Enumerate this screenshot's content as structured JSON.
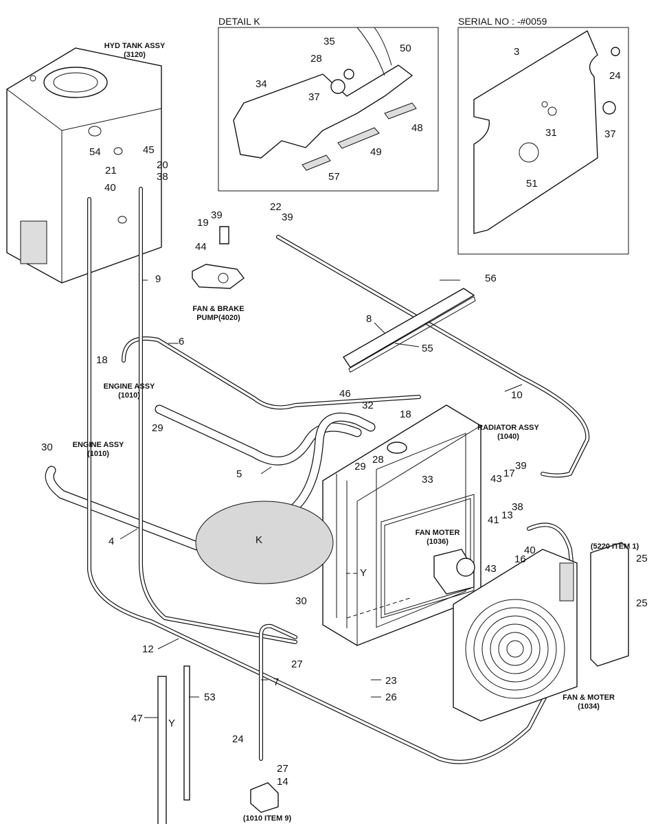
{
  "inset_detail_k": {
    "title": "DETAIL K"
  },
  "inset_serial": {
    "title": "SERIAL NO : -#0059"
  },
  "assembly_labels": {
    "hyd_tank": [
      "HYD TANK ASSY",
      "(3120)"
    ],
    "fan_brake_pump": [
      "FAN & BRAKE",
      "PUMP(4020)"
    ],
    "engine_assy_1": [
      "ENGINE ASSY",
      "(1010)"
    ],
    "engine_assy_2": [
      "ENGINE ASSY",
      "(1010)"
    ],
    "radiator": [
      "RADIATOR ASSY",
      "(1040)"
    ],
    "fan_moter": [
      "FAN MOTER",
      "(1036)"
    ],
    "item_5220": [
      "(5220 ITEM 1)"
    ],
    "fan_and_moter": [
      "FAN & MOTER",
      "(1034)"
    ],
    "item_1010": [
      "(1010 ITEM 9)"
    ]
  },
  "part_numbers": {
    "p35": "35",
    "p28a": "28",
    "p50": "50",
    "p34": "34",
    "p37a": "37",
    "p48": "48",
    "p49": "49",
    "p57": "57",
    "p3": "3",
    "p24a": "24",
    "p31": "31",
    "p37b": "37",
    "p51": "51",
    "p54": "54",
    "p45": "45",
    "p21": "21",
    "p20": "20",
    "p40a": "40",
    "p38a": "38",
    "p22": "22",
    "p39a": "39",
    "p19": "19",
    "p39b": "39",
    "p44": "44",
    "p9": "9",
    "p56": "56",
    "p8": "8",
    "p6": "6",
    "p18a": "18",
    "p55": "55",
    "p10": "10",
    "p46": "46",
    "p32": "32",
    "p18b": "18",
    "p29a": "29",
    "p29b": "29",
    "p28b": "28",
    "p30a": "30",
    "p5": "5",
    "p33": "33",
    "p43a": "43",
    "p17": "17",
    "p39c": "39",
    "p13": "13",
    "p38b": "38",
    "p41": "41",
    "p40b": "40",
    "p16": "16",
    "p43b": "43",
    "p4": "4",
    "pK": "K",
    "pY1": "Y",
    "p25a": "25",
    "p25b": "25",
    "p30b": "30",
    "p12": "12",
    "p27a": "27",
    "p7": "7",
    "p23": "23",
    "p26": "26",
    "p47": "47",
    "p53": "53",
    "pY2": "Y",
    "p24b": "24",
    "p27b": "27",
    "p14": "14"
  }
}
